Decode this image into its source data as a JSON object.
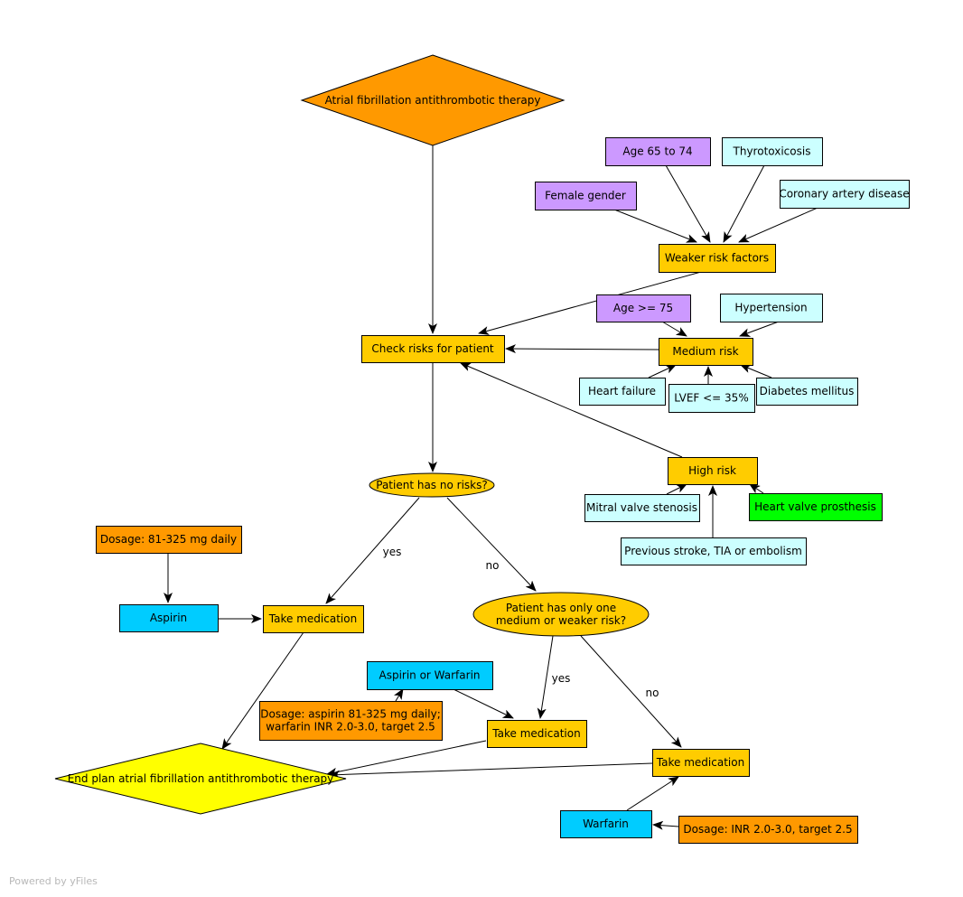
{
  "nodes": {
    "start": {
      "lines": [
        "Atrial fibrillation antithrombotic therapy"
      ],
      "fill": "#ff9900"
    },
    "age_65_74": {
      "lines": [
        "Age 65 to 74"
      ],
      "fill": "#cc99ff"
    },
    "thyrotoxicosis": {
      "lines": [
        "Thyrotoxicosis"
      ],
      "fill": "#ccffff"
    },
    "female_gender": {
      "lines": [
        "Female gender"
      ],
      "fill": "#cc99ff"
    },
    "coronary": {
      "lines": [
        "Coronary artery disease"
      ],
      "fill": "#ccffff"
    },
    "weaker": {
      "lines": [
        "Weaker risk factors"
      ],
      "fill": "#ffcc00"
    },
    "age_75": {
      "lines": [
        "Age >= 75"
      ],
      "fill": "#cc99ff"
    },
    "hypertension": {
      "lines": [
        "Hypertension"
      ],
      "fill": "#ccffff"
    },
    "check": {
      "lines": [
        "Check risks for patient"
      ],
      "fill": "#ffcc00"
    },
    "medium": {
      "lines": [
        "Medium risk"
      ],
      "fill": "#ffcc00"
    },
    "heart_failure": {
      "lines": [
        "Heart failure"
      ],
      "fill": "#ccffff"
    },
    "lvef": {
      "lines": [
        "LVEF <= 35%"
      ],
      "fill": "#ccffff"
    },
    "diabetes": {
      "lines": [
        "Diabetes mellitus"
      ],
      "fill": "#ccffff"
    },
    "no_risks": {
      "lines": [
        "Patient has no risks?"
      ],
      "fill": "#ffcc00"
    },
    "high": {
      "lines": [
        "High risk"
      ],
      "fill": "#ffcc00"
    },
    "mitral": {
      "lines": [
        "Mitral valve stenosis"
      ],
      "fill": "#ccffff"
    },
    "prosthesis": {
      "lines": [
        "Heart valve prosthesis"
      ],
      "fill": "#00ff00"
    },
    "stroke": {
      "lines": [
        "Previous stroke, TIA or embolism"
      ],
      "fill": "#ccffff"
    },
    "dosage_aspirin": {
      "lines": [
        "Dosage: 81-325 mg daily"
      ],
      "fill": "#ff9900"
    },
    "aspirin": {
      "lines": [
        "Aspirin"
      ],
      "fill": "#00ccff"
    },
    "take1": {
      "lines": [
        "Take medication"
      ],
      "fill": "#ffcc00"
    },
    "one_risk": {
      "lines": [
        "Patient has only one",
        "medium or weaker risk?"
      ],
      "fill": "#ffcc00"
    },
    "aspirin_warfarin": {
      "lines": [
        "Aspirin or Warfarin"
      ],
      "fill": "#00ccff"
    },
    "dosage_both": {
      "lines": [
        "Dosage: aspirin 81-325 mg daily;",
        "warfarin INR 2.0-3.0, target 2.5"
      ],
      "fill": "#ff9900"
    },
    "take2": {
      "lines": [
        "Take medication"
      ],
      "fill": "#ffcc00"
    },
    "take3": {
      "lines": [
        "Take medication"
      ],
      "fill": "#ffcc00"
    },
    "end": {
      "lines": [
        "End plan atrial fibrillation antithrombotic therapy"
      ],
      "fill": "#ffff00"
    },
    "warfarin": {
      "lines": [
        "Warfarin"
      ],
      "fill": "#00ccff"
    },
    "dosage_warfarin": {
      "lines": [
        "Dosage: INR 2.0-3.0, target 2.5"
      ],
      "fill": "#ff9900"
    }
  },
  "edge_labels": {
    "yes1": "yes",
    "no1": "no",
    "yes2": "yes",
    "no2": "no"
  },
  "footer": "Powered by yFiles"
}
